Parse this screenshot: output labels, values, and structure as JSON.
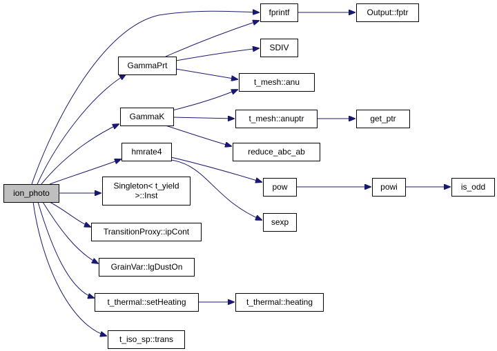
{
  "colors": {
    "edge": "#191970",
    "node_border": "#000000",
    "node_fill": "#ffffff",
    "root_fill": "#bfbfbf"
  },
  "nodes": [
    {
      "id": "ion_photo",
      "lines": [
        "ion_photo"
      ],
      "root": true
    },
    {
      "id": "fprintf",
      "lines": [
        "fprintf"
      ]
    },
    {
      "id": "Output_fptr",
      "lines": [
        "Output::fptr"
      ]
    },
    {
      "id": "GammaPrt",
      "lines": [
        "GammaPrt"
      ]
    },
    {
      "id": "SDIV",
      "lines": [
        "SDIV"
      ]
    },
    {
      "id": "t_mesh_anu",
      "lines": [
        "t_mesh::anu"
      ]
    },
    {
      "id": "GammaK",
      "lines": [
        "GammaK"
      ]
    },
    {
      "id": "t_mesh_anuptr",
      "lines": [
        "t_mesh::anuptr"
      ]
    },
    {
      "id": "get_ptr",
      "lines": [
        "get_ptr"
      ]
    },
    {
      "id": "reduce_abc_ab",
      "lines": [
        "reduce_abc_ab"
      ]
    },
    {
      "id": "hmrate4",
      "lines": [
        "hmrate4"
      ]
    },
    {
      "id": "pow",
      "lines": [
        "pow"
      ]
    },
    {
      "id": "powi",
      "lines": [
        "powi"
      ]
    },
    {
      "id": "is_odd",
      "lines": [
        "is_odd"
      ]
    },
    {
      "id": "sexp",
      "lines": [
        "sexp"
      ]
    },
    {
      "id": "Singleton_Inst",
      "lines": [
        "Singleton< t_yield",
        ">::Inst"
      ]
    },
    {
      "id": "TransitionProxy_ipCont",
      "lines": [
        "TransitionProxy::ipCont"
      ]
    },
    {
      "id": "GrainVar_lgDustOn",
      "lines": [
        "GrainVar::lgDustOn"
      ]
    },
    {
      "id": "t_thermal_setHeating",
      "lines": [
        "t_thermal::setHeating"
      ]
    },
    {
      "id": "t_thermal_heating",
      "lines": [
        "t_thermal::heating"
      ]
    },
    {
      "id": "t_iso_sp_trans",
      "lines": [
        "t_iso_sp::trans"
      ]
    }
  ],
  "edges": [
    {
      "from": "ion_photo",
      "to": "fprintf"
    },
    {
      "from": "ion_photo",
      "to": "GammaPrt"
    },
    {
      "from": "ion_photo",
      "to": "GammaK"
    },
    {
      "from": "ion_photo",
      "to": "hmrate4"
    },
    {
      "from": "ion_photo",
      "to": "Singleton_Inst"
    },
    {
      "from": "ion_photo",
      "to": "TransitionProxy_ipCont"
    },
    {
      "from": "ion_photo",
      "to": "GrainVar_lgDustOn"
    },
    {
      "from": "ion_photo",
      "to": "t_thermal_setHeating"
    },
    {
      "from": "ion_photo",
      "to": "t_iso_sp_trans"
    },
    {
      "from": "fprintf",
      "to": "Output_fptr"
    },
    {
      "from": "GammaPrt",
      "to": "fprintf"
    },
    {
      "from": "GammaPrt",
      "to": "SDIV"
    },
    {
      "from": "GammaPrt",
      "to": "t_mesh_anu"
    },
    {
      "from": "GammaK",
      "to": "t_mesh_anu"
    },
    {
      "from": "GammaK",
      "to": "t_mesh_anuptr"
    },
    {
      "from": "GammaK",
      "to": "reduce_abc_ab"
    },
    {
      "from": "t_mesh_anuptr",
      "to": "get_ptr"
    },
    {
      "from": "hmrate4",
      "to": "pow"
    },
    {
      "from": "hmrate4",
      "to": "sexp"
    },
    {
      "from": "pow",
      "to": "powi"
    },
    {
      "from": "powi",
      "to": "is_odd"
    },
    {
      "from": "t_thermal_setHeating",
      "to": "t_thermal_heating"
    }
  ]
}
